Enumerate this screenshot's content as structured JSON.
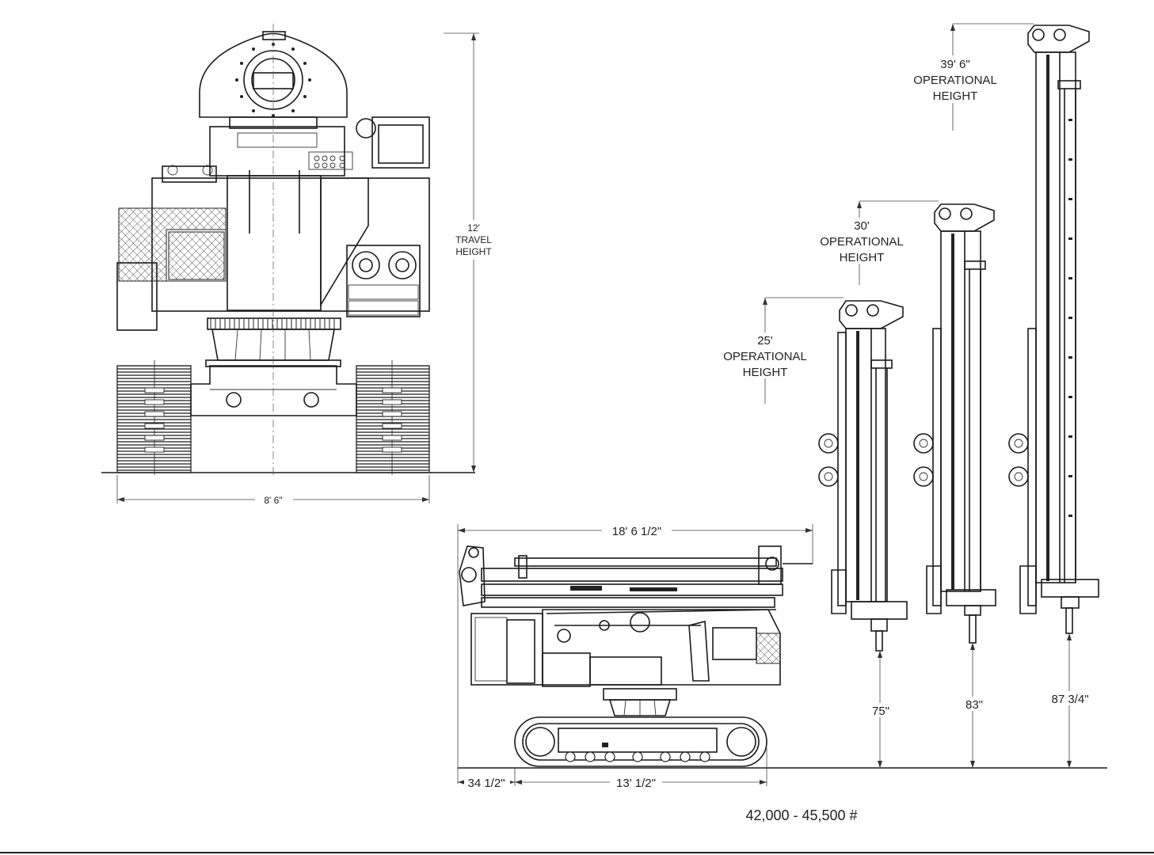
{
  "front_view": {
    "travel_height": {
      "line1": "12'",
      "line2": "TRAVEL",
      "line3": "HEIGHT"
    },
    "width_label": "8' 6\""
  },
  "side_view": {
    "length_label": "18' 6 1/2\"",
    "front_overhang_label": "34 1/2\"",
    "track_length_label": "13' 1/2\""
  },
  "masts": [
    {
      "height_line1": "25'",
      "height_line2": "OPERATIONAL",
      "height_line3": "HEIGHT",
      "base_label": "75\""
    },
    {
      "height_line1": "30'",
      "height_line2": "OPERATIONAL",
      "height_line3": "HEIGHT",
      "base_label": "83\""
    },
    {
      "height_line1": "39' 6\"",
      "height_line2": "OPERATIONAL",
      "height_line3": "HEIGHT",
      "base_label": "87 3/4\""
    }
  ],
  "weight_label": "42,000 - 45,500 #"
}
